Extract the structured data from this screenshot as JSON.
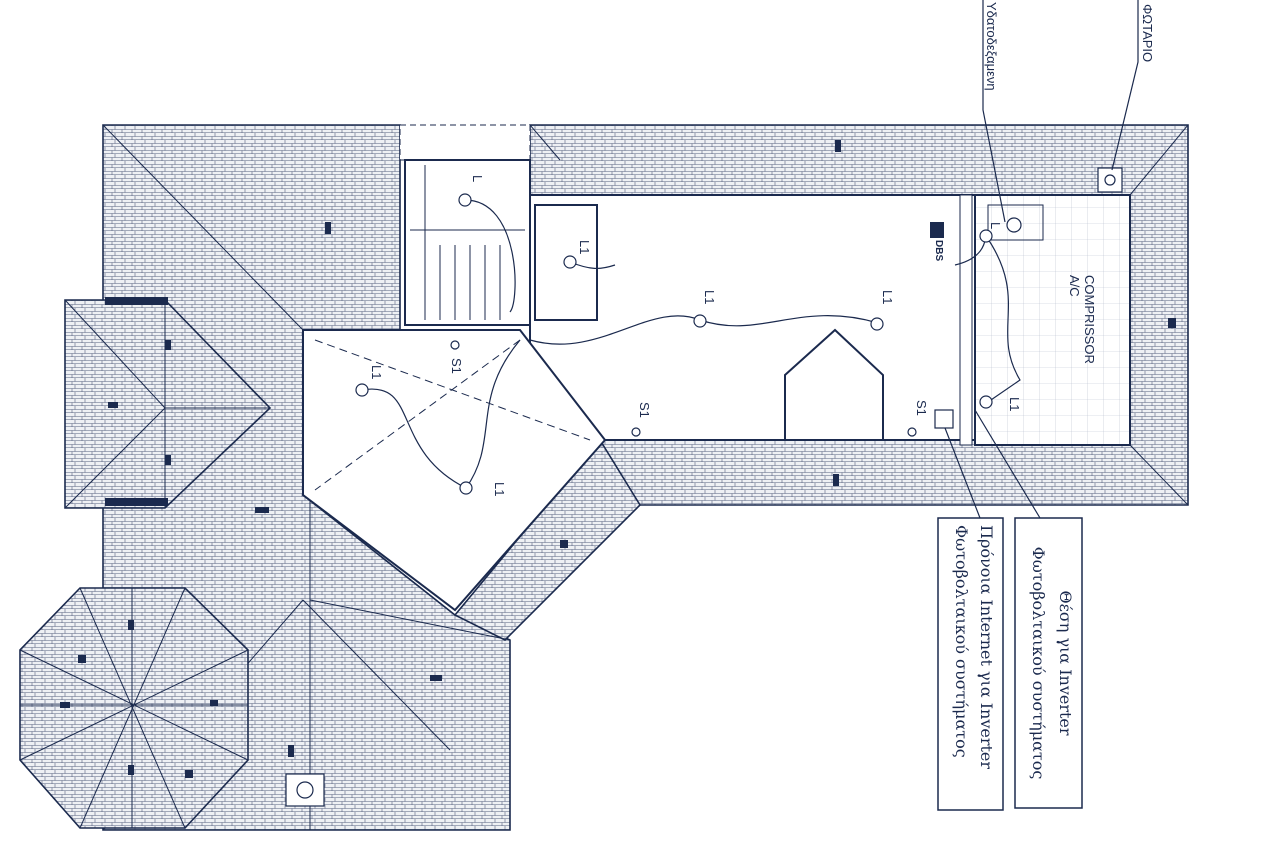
{
  "title_labels": {
    "water_tank": "Υδατοδεξαμενη",
    "skylight": "ΦΩΤΑΡΙΟ"
  },
  "rooms": {
    "compressor": "COMPRISSOR",
    "ac": "A/C",
    "dbs": "DBS"
  },
  "lights": [
    "L1",
    "L1",
    "L1",
    "L1",
    "L1",
    "L1",
    "L",
    "L"
  ],
  "switches": [
    "S1",
    "S1",
    "S1"
  ],
  "callouts": {
    "inverter_position": [
      "Θέση για Inverter",
      "Φωτοβολταικού συστήματος"
    ],
    "internet_provision": [
      "Πρόνοια Internet για Inverter",
      "Φωτοβολταικού συστήματος"
    ]
  },
  "colors": {
    "ink": "#1b2a4e",
    "roof_bg": "#eef0f4"
  }
}
